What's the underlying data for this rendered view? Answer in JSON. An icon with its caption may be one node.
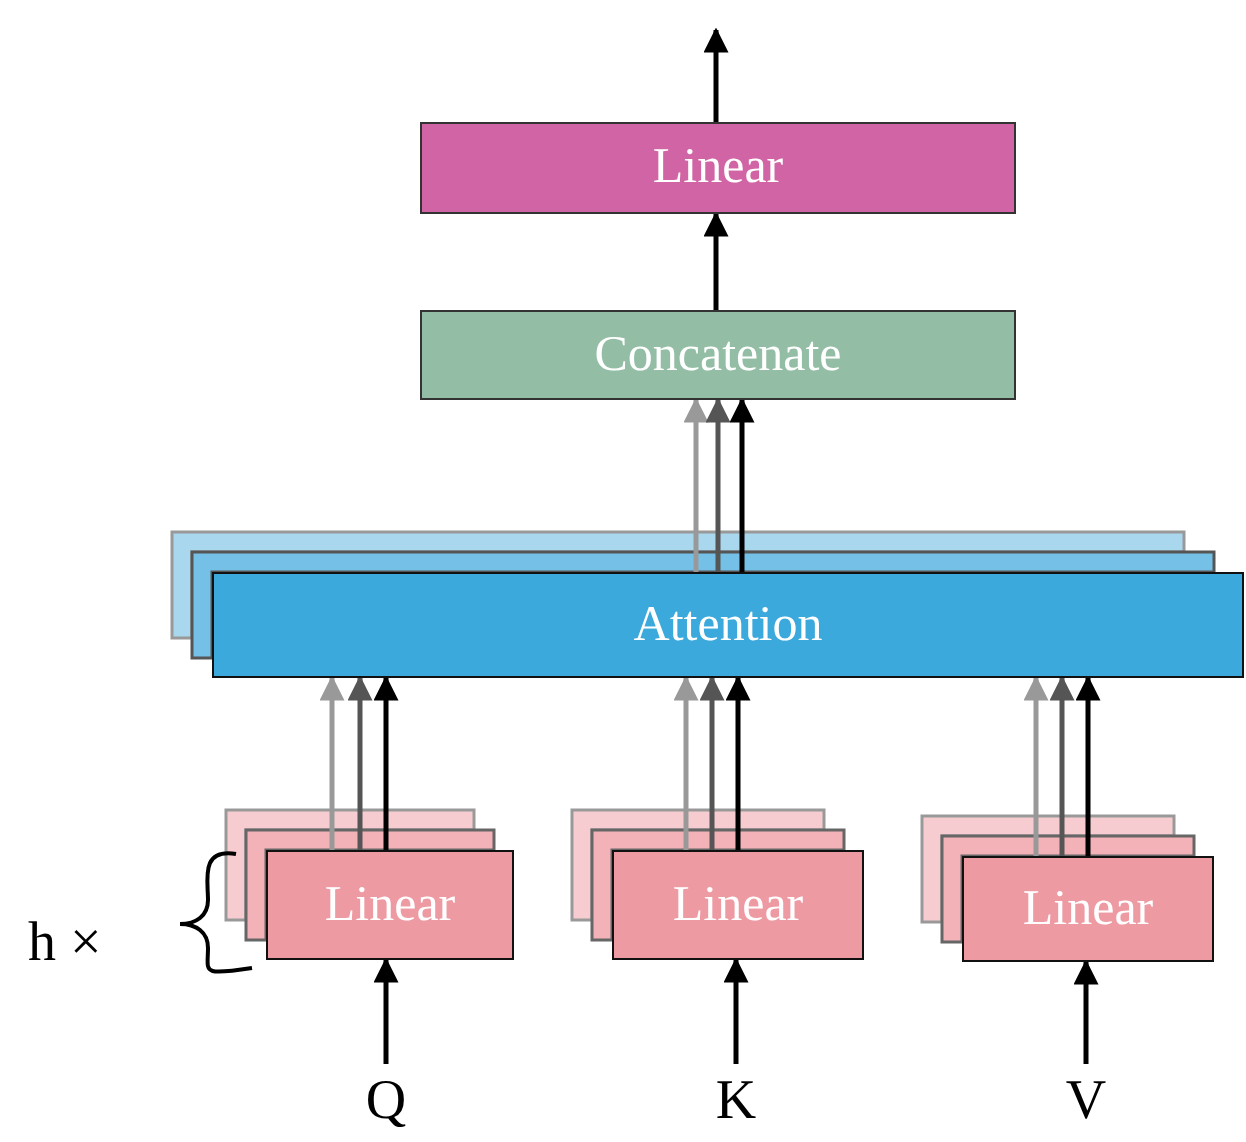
{
  "diagram": {
    "nodes": [
      {
        "text": [
          "Linear"
        ]
      },
      {
        "text": [
          "Concatenate"
        ]
      },
      {
        "text": [
          "Attention"
        ]
      },
      {
        "text": [
          "Linear"
        ]
      },
      {
        "text": [
          "Linear"
        ]
      },
      {
        "text": [
          "Linear"
        ]
      },
      {
        "text": [
          "Q"
        ]
      },
      {
        "text": [
          "K"
        ]
      },
      {
        "text": [
          "V"
        ]
      }
    ],
    "edges": [
      {
        "from": 0,
        "to": null,
        "arrow": "to"
      },
      {
        "from": 1,
        "to": 0,
        "arrow": "to"
      },
      {
        "from": 2,
        "to": 1,
        "arrow": "to",
        "color": "#999999"
      },
      {
        "from": 2,
        "to": 1,
        "arrow": "to",
        "color": "#555555"
      },
      {
        "from": 2,
        "to": 1,
        "arrow": "to"
      },
      {
        "from": 3,
        "to": 2,
        "arrow": "to",
        "color": "#999999"
      },
      {
        "from": 3,
        "to": 2,
        "arrow": "to",
        "color": "#555555"
      },
      {
        "from": 3,
        "to": 2,
        "arrow": "to"
      },
      {
        "from": 4,
        "to": 2,
        "arrow": "to",
        "color": "#999999"
      },
      {
        "from": 4,
        "to": 2,
        "arrow": "to",
        "color": "#555555"
      },
      {
        "from": 4,
        "to": 2,
        "arrow": "to"
      },
      {
        "from": 5,
        "to": 2,
        "arrow": "to",
        "color": "#999999"
      },
      {
        "from": 5,
        "to": 2,
        "arrow": "to",
        "color": "#555555"
      },
      {
        "from": 5,
        "to": 2,
        "arrow": "to"
      },
      {
        "from": 6,
        "to": 3,
        "arrow": "to"
      },
      {
        "from": 7,
        "to": 4,
        "arrow": "to"
      },
      {
        "from": 8,
        "to": 5,
        "arrow": "to"
      }
    ],
    "labels": [
      "h ×"
    ]
  }
}
